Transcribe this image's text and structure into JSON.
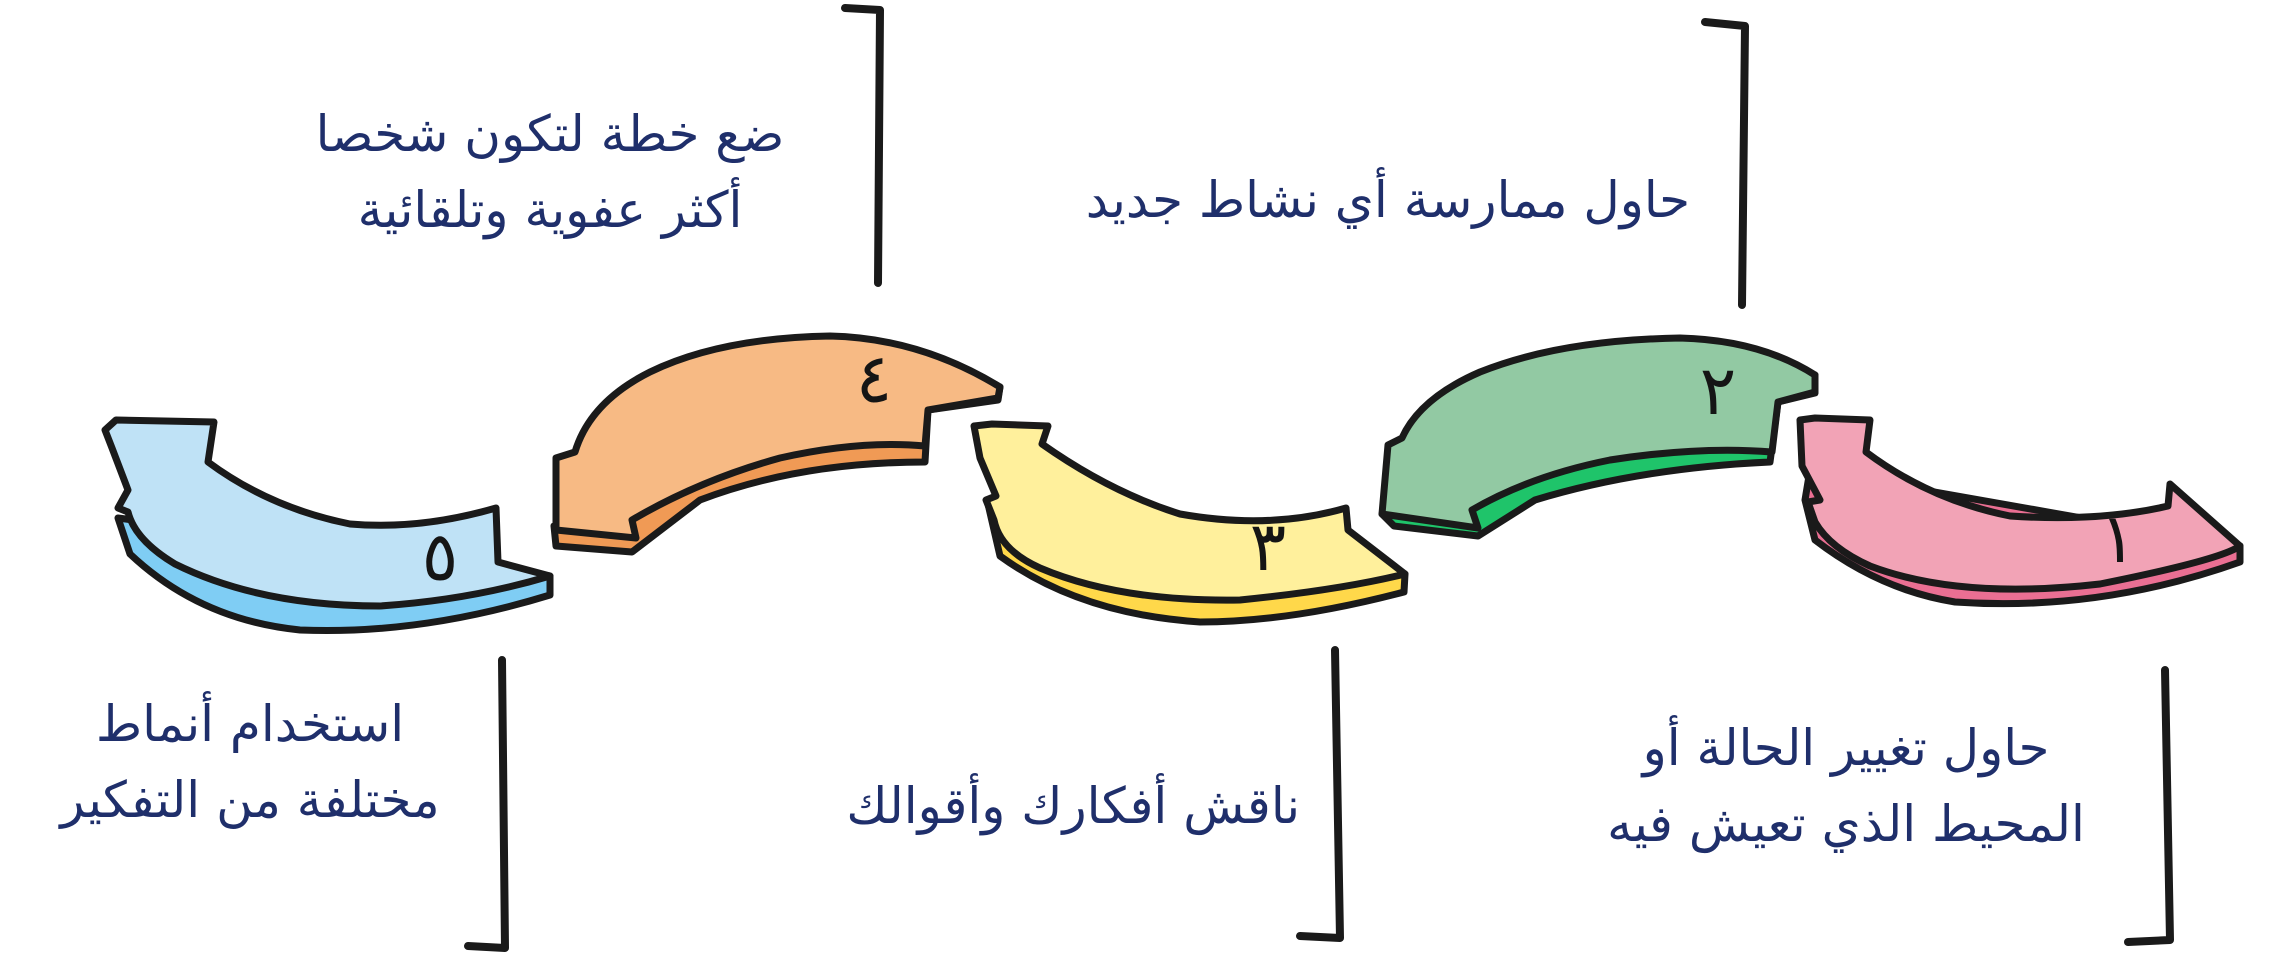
{
  "steps": [
    {
      "number": "١",
      "color": "#f2a3b6",
      "edge": "#ea6f93",
      "text": [
        "حاول تغيير الحالة أو",
        "المحيط الذي تعيش فيه"
      ]
    },
    {
      "number": "٢",
      "color": "#92c9a3",
      "edge": "#1fc46a",
      "text": [
        "حاول ممارسة أي نشاط جديد"
      ]
    },
    {
      "number": "٣",
      "color": "#fff09c",
      "edge": "#ffd84a",
      "text": [
        "ناقش أفكارك وأقوالك"
      ]
    },
    {
      "number": "٤",
      "color": "#f7ba84",
      "edge": "#f09a55",
      "text": [
        "ضع خطة لتكون شخصا",
        "أكثر عفوية وتلقائية"
      ]
    },
    {
      "number": "٥",
      "color": "#bfe2f6",
      "edge": "#7fcdf4",
      "text": [
        "استخدام أنماط",
        "مختلفة من التفكير"
      ]
    }
  ]
}
